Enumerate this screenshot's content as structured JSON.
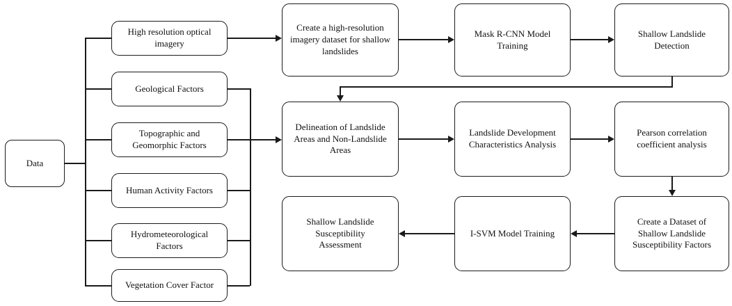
{
  "diagram": {
    "type": "flowchart",
    "colors": {
      "line": "#1a1a1a",
      "box_fill": "#ffffff",
      "text": "#111111",
      "background": "#ffffff"
    },
    "nodes": {
      "data": {
        "label": "Data"
      },
      "high_res": {
        "label": "High resolution optical imagery"
      },
      "geological": {
        "label": "Geological Factors"
      },
      "topographic": {
        "label": "Topographic and Geomorphic Factors"
      },
      "human": {
        "label": "Human Activity Factors"
      },
      "hydro": {
        "label": "Hydrometeorological Factors"
      },
      "vegetation": {
        "label": "Vegetation Cover Factor"
      },
      "create_imagery": {
        "label": "Create a high-resolution imagery dataset for shallow landslides"
      },
      "mask_rcnn": {
        "label": "Mask R-CNN Model Training"
      },
      "detection": {
        "label": "Shallow Landslide Detection"
      },
      "delineation": {
        "label": "Delineation of Landslide Areas and Non-Landslide Areas"
      },
      "dev_char": {
        "label": "Landslide Development Characteristics Analysis"
      },
      "pearson": {
        "label": "Pearson correlation coefficient analysis"
      },
      "assessment": {
        "label": "Shallow Landslide Susceptibility Assessment"
      },
      "isvm": {
        "label": "I-SVM Model Training"
      },
      "dataset": {
        "label": "Create a Dataset of Shallow Landslide Susceptibility Factors"
      }
    },
    "edges": [
      {
        "from": "data",
        "to": "high_res"
      },
      {
        "from": "data",
        "to": "geological"
      },
      {
        "from": "data",
        "to": "topographic"
      },
      {
        "from": "data",
        "to": "human"
      },
      {
        "from": "data",
        "to": "hydro"
      },
      {
        "from": "data",
        "to": "vegetation"
      },
      {
        "from": "high_res",
        "to": "create_imagery",
        "arrow": true
      },
      {
        "from": "create_imagery",
        "to": "mask_rcnn",
        "arrow": true
      },
      {
        "from": "mask_rcnn",
        "to": "detection",
        "arrow": true
      },
      {
        "from": "detection",
        "to": "delineation",
        "arrow": true
      },
      {
        "from": "geological",
        "to": "delineation",
        "arrow": true
      },
      {
        "from": "topographic",
        "to": "delineation",
        "arrow": true
      },
      {
        "from": "human",
        "to": "delineation",
        "arrow": true
      },
      {
        "from": "hydro",
        "to": "delineation",
        "arrow": true
      },
      {
        "from": "vegetation",
        "to": "delineation",
        "arrow": true
      },
      {
        "from": "delineation",
        "to": "dev_char",
        "arrow": true
      },
      {
        "from": "dev_char",
        "to": "pearson",
        "arrow": true
      },
      {
        "from": "pearson",
        "to": "dataset",
        "arrow": true
      },
      {
        "from": "dataset",
        "to": "isvm",
        "arrow": true
      },
      {
        "from": "isvm",
        "to": "assessment",
        "arrow": true
      }
    ]
  }
}
